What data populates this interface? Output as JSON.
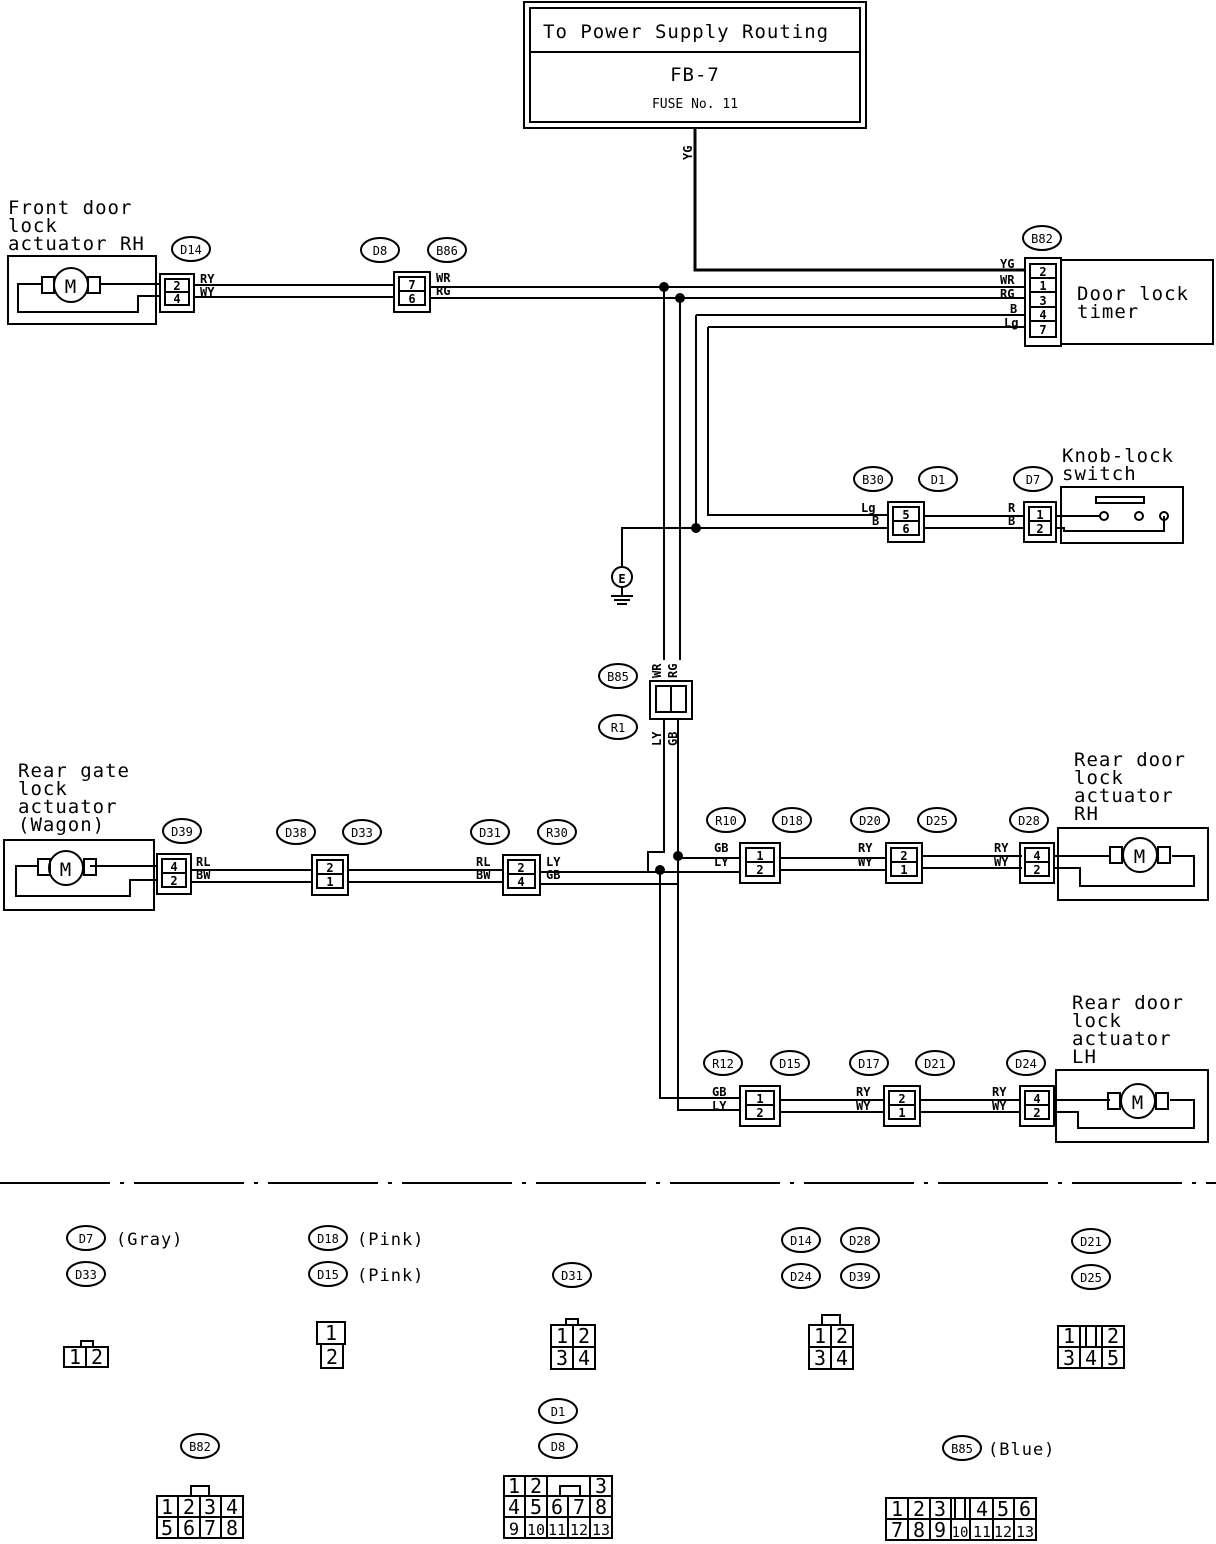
{
  "power_box": {
    "title": "To Power Supply Routing",
    "fuse_block": "FB-7",
    "fuse": "FUSE No. 11"
  },
  "components": {
    "front_rh": [
      "Front door",
      "lock",
      "actuator RH"
    ],
    "door_lock_timer": [
      "Door lock",
      "timer"
    ],
    "knob_switch": [
      "Knob-lock",
      "switch"
    ],
    "rear_gate": [
      "Rear gate",
      "lock",
      "actuator",
      "(Wagon)"
    ],
    "rear_rh": [
      "Rear door",
      "lock",
      "actuator",
      "RH"
    ],
    "rear_lh": [
      "Rear door",
      "lock",
      "actuator",
      "LH"
    ],
    "ground": "E",
    "motor": "M"
  },
  "connector_tags": {
    "d14": "D14",
    "d8": "D8",
    "b86": "B86",
    "b82": "B82",
    "b30": "B30",
    "d1": "D1",
    "d7": "D7",
    "b85": "B85",
    "r1": "R1",
    "d39": "D39",
    "d38": "D38",
    "d33": "D33",
    "d31": "D31",
    "r30": "R30",
    "r10": "R10",
    "d18": "D18",
    "d20": "D20",
    "d25": "D25",
    "d28": "D28",
    "r12": "R12",
    "d15": "D15",
    "d17": "D17",
    "d21": "D21",
    "d24": "D24"
  },
  "wire_codes": {
    "yg": "YG",
    "ry": "RY",
    "wy": "WY",
    "wr": "WR",
    "rg": "RG",
    "b": "B",
    "lg": "Lg",
    "r": "R",
    "ly": "LY",
    "gb": "GB",
    "rl": "RL",
    "bw": "BW"
  },
  "pins": {
    "p1": "1",
    "p2": "2",
    "p3": "3",
    "p4": "4",
    "p5": "5",
    "p6": "6",
    "p7": "7",
    "p8": "8",
    "p9": "9",
    "p10": "10",
    "p11": "11",
    "p12": "12",
    "p13": "13"
  },
  "legend_notes": {
    "gray": "(Gray)",
    "pink": "(Pink)",
    "blue": "(Blue)"
  }
}
